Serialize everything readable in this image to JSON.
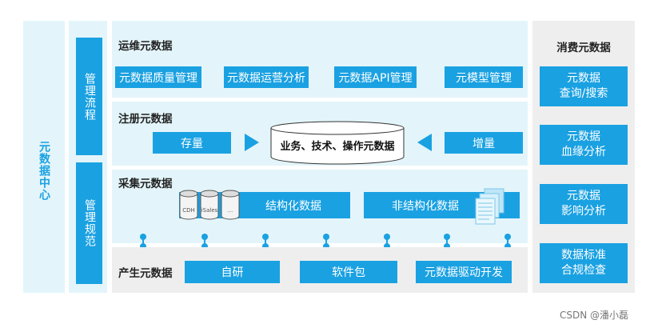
{
  "center": {
    "label": "元数据中心"
  },
  "management": {
    "process": "管理流程",
    "standard": "管理规范"
  },
  "ops": {
    "title": "运维元数据",
    "items": [
      "元数据质量管理",
      "元数据运营分析",
      "元数据API管理",
      "元模型管理"
    ]
  },
  "register": {
    "title": "注册元数据",
    "stock": "存量",
    "center_label": "业务、技术、操作元数据",
    "increment": "增量"
  },
  "collect": {
    "title": "采集元数据",
    "sources": [
      "CDH",
      "iSales",
      "..."
    ],
    "structured": "结构化数据",
    "unstructured": "非结构化数据"
  },
  "produce": {
    "title": "产生元数据",
    "items": [
      "自研",
      "软件包",
      "元数据驱动开发"
    ]
  },
  "consume": {
    "title": "消费元数据",
    "items": [
      [
        "元数据",
        "查询/搜索"
      ],
      [
        "元数据",
        "血缘分析"
      ],
      [
        "元数据",
        "影响分析"
      ],
      [
        "数据标准",
        "合规检查"
      ]
    ]
  },
  "watermark": "CSDN @潘小磊",
  "colors": {
    "accent": "#1aa1e2",
    "panel": "#e3f5fa",
    "grey_panel": "#eeeeee"
  }
}
